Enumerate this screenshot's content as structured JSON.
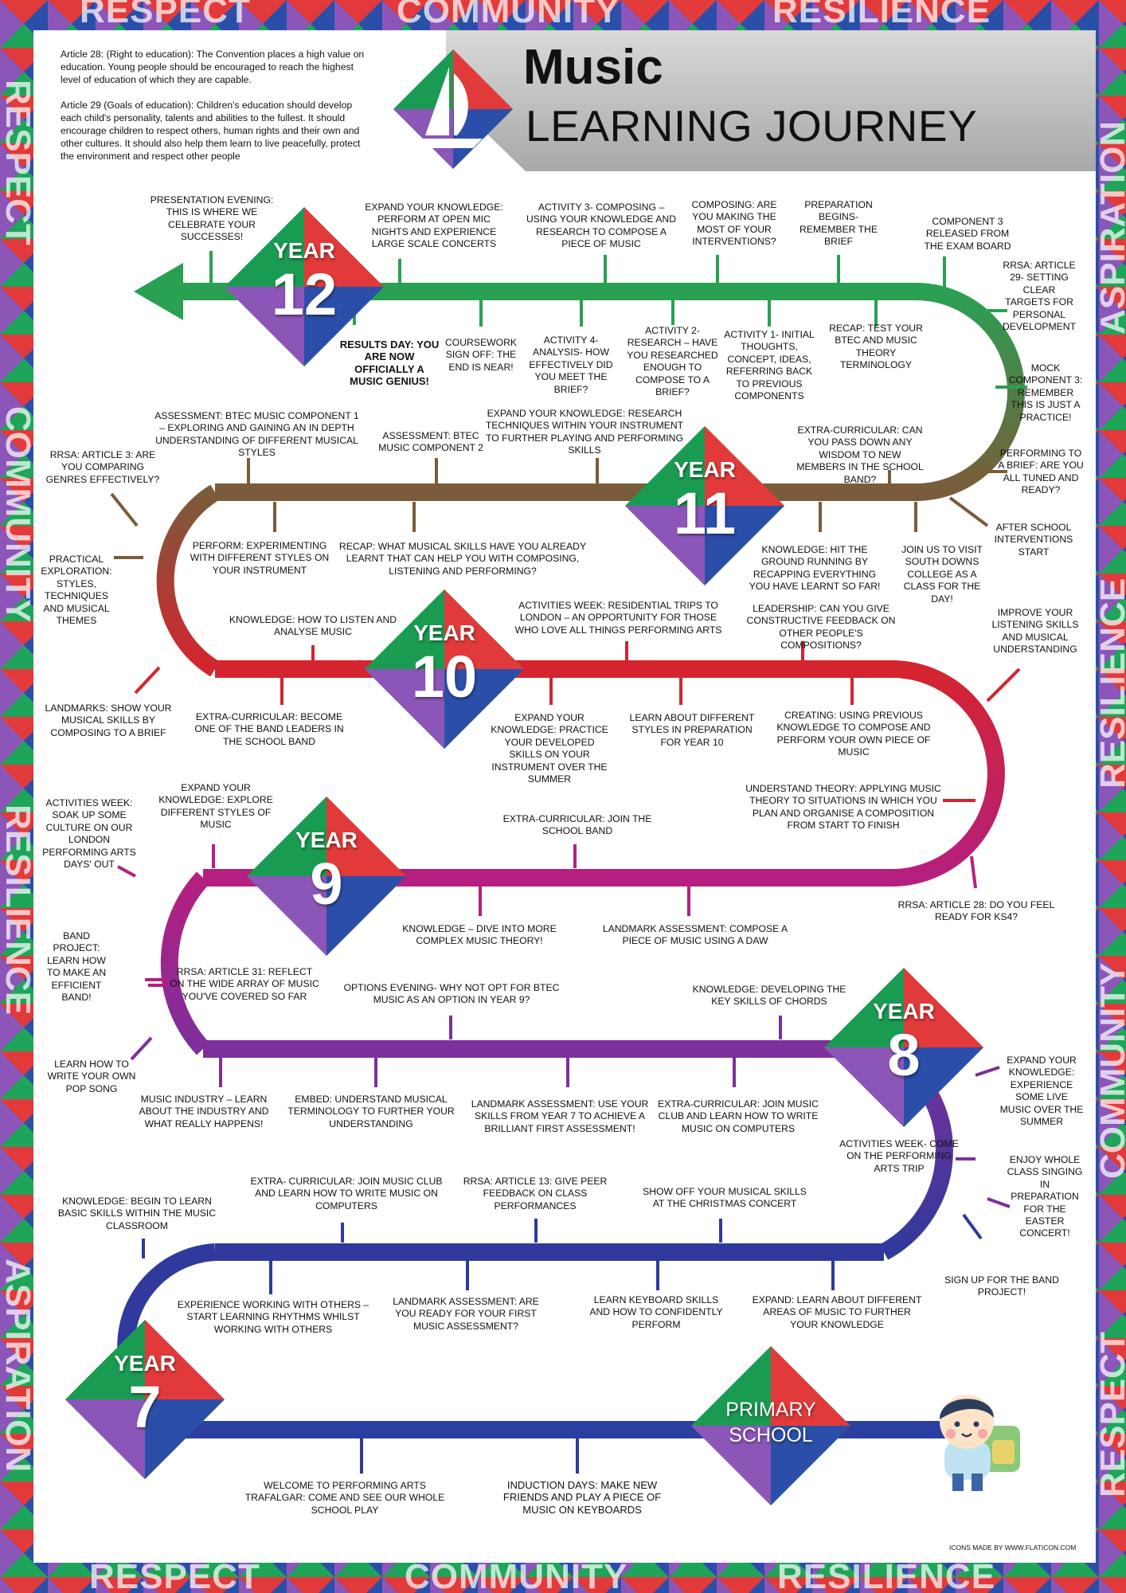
{
  "border": {
    "words": [
      "RESPECT",
      "COMMUNITY",
      "RESILIENCE",
      "ASPIRATION"
    ]
  },
  "header": {
    "title": "Music",
    "subtitle": "LEARNING JOURNEY",
    "intro": [
      "Article 28: (Right to education): The Convention places a high value on education. Young people should be encouraged to reach the highest level of education of which they are capable.",
      "Article 29 (Goals of education): Children's education should develop each child's personality, talents and abilities to the fullest. It should encourage children to respect others, human rights and their own and other cultures. It should also help them learn to live peacefully, protect the environment and respect other people"
    ]
  },
  "colors": {
    "year12": "#2aa053",
    "year11": "#7a5c3a",
    "year10": "#d4242f",
    "year9": "#b51f7f",
    "year8": "#7d2f9c",
    "year7": "#2f3a9c"
  },
  "badges": {
    "year12": {
      "top": "YEAR",
      "num": "12"
    },
    "year11": {
      "top": "YEAR",
      "num": "11"
    },
    "year10": {
      "top": "YEAR",
      "num": "10"
    },
    "year9": {
      "top": "YEAR",
      "num": "9"
    },
    "year8": {
      "top": "YEAR",
      "num": "8"
    },
    "year7": {
      "top": "YEAR",
      "num": "7"
    },
    "primary": {
      "line1": "PRIMARY",
      "line2": "SCHOOL"
    }
  },
  "labels": {
    "y12": [
      "PRESENTATION EVENING: THIS IS WHERE WE CELEBRATE YOUR SUCCESSES!",
      "EXPAND YOUR KNOWLEDGE: PERFORM AT OPEN MIC NIGHTS AND EXPERIENCE LARGE SCALE CONCERTS",
      "ACTIVITY 3- COMPOSING – USING YOUR KNOWLEDGE AND RESEARCH TO COMPOSE A PIECE OF MUSIC",
      "COMPOSING: ARE YOU MAKING THE MOST OF YOUR INTERVENTIONS?",
      "PREPARATION BEGINS- REMEMBER THE BRIEF",
      "COMPONENT 3 RELEASED FROM THE EXAM BOARD",
      "RRSA: ARTICLE 29- SETTING CLEAR TARGETS FOR PERSONAL DEVELOPMENT",
      "RESULTS DAY: YOU ARE NOW OFFICIALLY A MUSIC GENIUS!",
      "COURSEWORK SIGN OFF: THE END IS NEAR!",
      "ACTIVITY 4- ANALYSIS- HOW EFFECTIVELY DID YOU MEET THE BRIEF?",
      "ACTIVITY 2- RESEARCH – HAVE YOU RESEARCHED ENOUGH TO COMPOSE TO A BRIEF?",
      "ACTIVITY 1- INITIAL THOUGHTS, CONCEPT, IDEAS, REFERRING BACK TO PREVIOUS COMPONENTS",
      "RECAP: TEST YOUR BTEC AND MUSIC THEORY TERMINOLOGY",
      "MOCK COMPONENT 3: REMEMBER THIS IS JUST A PRACTICE!"
    ],
    "y11": [
      "ASSESSMENT: BTEC MUSIC COMPONENT 1 – EXPLORING AND GAINING AN IN DEPTH UNDERSTANDING OF DIFFERENT MUSICAL STYLES",
      "ASSESSMENT: BTEC MUSIC COMPONENT 2",
      "EXPAND YOUR KNOWLEDGE: RESEARCH TECHNIQUES WITHIN YOUR INSTRUMENT TO FURTHER PLAYING AND PERFORMING SKILLS",
      "EXTRA-CURRICULAR: CAN YOU PASS DOWN ANY WISDOM TO NEW MEMBERS IN THE SCHOOL BAND?",
      "RRSA: ARTICLE 3: ARE YOU COMPARING GENRES EFFECTIVELY?",
      "PERFORMING TO A BRIEF: ARE YOU ALL TUNED AND READY?",
      "PERFORM: EXPERIMENTING WITH DIFFERENT STYLES ON YOUR INSTRUMENT",
      "RECAP: WHAT MUSICAL SKILLS HAVE YOU ALREADY LEARNT THAT CAN HELP YOU WITH COMPOSING, LISTENING AND PERFORMING?",
      "KNOWLEDGE: HIT THE GROUND RUNNING BY RECAPPING EVERYTHING YOU HAVE LEARNT SO FAR!",
      "JOIN US TO VISIT SOUTH DOWNS COLLEGE AS A CLASS FOR THE DAY!",
      "AFTER SCHOOL INTERVENTIONS START",
      "PRACTICAL EXPLORATION: STYLES, TECHNIQUES AND MUSICAL THEMES"
    ],
    "y10": [
      "KNOWLEDGE: HOW TO LISTEN AND ANALYSE MUSIC",
      "ACTIVITIES WEEK: RESIDENTIAL TRIPS TO LONDON – AN OPPORTUNITY FOR THOSE WHO LOVE ALL THINGS PERFORMING ARTS",
      "LEADERSHIP: CAN YOU GIVE CONSTRUCTIVE FEEDBACK ON OTHER PEOPLE'S COMPOSITIONS?",
      "IMPROVE YOUR LISTENING SKILLS AND MUSICAL UNDERSTANDING",
      "LANDMARKS: SHOW YOUR MUSICAL SKILLS BY COMPOSING TO A BRIEF",
      "EXTRA-CURRICULAR: BECOME ONE OF THE BAND LEADERS IN THE SCHOOL BAND",
      "EXPAND YOUR KNOWLEDGE: PRACTICE YOUR DEVELOPED SKILLS ON YOUR INSTRUMENT OVER THE SUMMER",
      "LEARN ABOUT DIFFERENT STYLES IN PREPARATION FOR YEAR 10",
      "CREATING: USING PREVIOUS KNOWLEDGE TO COMPOSE AND PERFORM YOUR OWN PIECE OF MUSIC",
      "UNDERSTAND THEORY: APPLYING MUSIC THEORY TO SITUATIONS IN WHICH YOU PLAN AND ORGANISE A COMPOSITION FROM START TO FINISH"
    ],
    "y9": [
      "ACTIVITIES WEEK: SOAK UP SOME CULTURE ON OUR LONDON PERFORMING ARTS DAYS' OUT",
      "EXPAND YOUR KNOWLEDGE: EXPLORE DIFFERENT STYLES OF MUSIC",
      "EXTRA-CURRICULAR: JOIN THE SCHOOL BAND",
      "RRSA: ARTICLE 28: DO YOU FEEL READY FOR KS4?",
      "KNOWLEDGE – DIVE INTO MORE COMPLEX MUSIC THEORY!",
      "LANDMARK ASSESSMENT: COMPOSE A PIECE OF MUSIC USING A DAW",
      "BAND PROJECT: LEARN HOW TO MAKE AN EFFICIENT BAND!",
      "RRSA: ARTICLE 31: REFLECT ON THE WIDE ARRAY OF MUSIC YOU'VE COVERED SO FAR"
    ],
    "y8": [
      "OPTIONS EVENING- WHY NOT OPT FOR BTEC MUSIC AS AN OPTION IN YEAR 9?",
      "KNOWLEDGE: DEVELOPING THE KEY SKILLS OF CHORDS",
      "LEARN HOW TO WRITE YOUR OWN POP SONG",
      "MUSIC INDUSTRY – LEARN ABOUT THE INDUSTRY AND WHAT REALLY HAPPENS!",
      "EMBED: UNDERSTAND MUSICAL TERMINOLOGY TO FURTHER YOUR UNDERSTANDING",
      "LANDMARK ASSESSMENT: USE YOUR SKILLS FROM YEAR 7 TO ACHIEVE A BRILLIANT FIRST ASSESSMENT!",
      "EXTRA-CURRICULAR: JOIN MUSIC CLUB AND LEARN HOW TO WRITE MUSIC ON COMPUTERS",
      "EXPAND YOUR KNOWLEDGE: EXPERIENCE SOME LIVE MUSIC OVER THE SUMMER",
      "ACTIVITIES WEEK- COME ON THE PERFORMING ARTS TRIP",
      "ENJOY WHOLE CLASS SINGING IN PREPARATION FOR THE EASTER CONCERT!"
    ],
    "y7": [
      "KNOWLEDGE: BEGIN TO LEARN BASIC SKILLS WITHIN THE MUSIC CLASSROOM",
      "EXTRA- CURRICULAR: JOIN MUSIC CLUB AND LEARN HOW TO WRITE MUSIC ON COMPUTERS",
      "RRSA: ARTICLE 13: GIVE PEER FEEDBACK ON CLASS PERFORMANCES",
      "SHOW OFF YOUR MUSICAL SKILLS AT THE CHRISTMAS CONCERT",
      "SIGN UP FOR THE BAND PROJECT!",
      "EXPERIENCE WORKING WITH OTHERS – START LEARNING RHYTHMS WHILST WORKING WITH OTHERS",
      "LANDMARK ASSESSMENT: ARE YOU READY FOR YOUR FIRST MUSIC ASSESSMENT?",
      "LEARN KEYBOARD SKILLS AND HOW TO CONFIDENTLY PERFORM",
      "EXPAND: LEARN ABOUT DIFFERENT AREAS OF MUSIC TO FURTHER YOUR KNOWLEDGE",
      "WELCOME TO PERFORMING ARTS TRAFALGAR: COME AND SEE OUR WHOLE SCHOOL PLAY",
      "INDUCTION DAYS: MAKE NEW FRIENDS AND PLAY A PIECE OF MUSIC ON KEYBOARDS"
    ]
  },
  "credit": "ICONS MADE BY WWW.FLATICON.COM"
}
